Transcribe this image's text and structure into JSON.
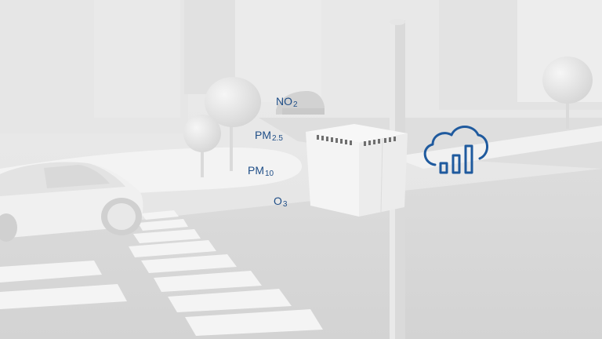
{
  "scene": {
    "accent_color": "#1f5a9e",
    "icon": "cloud-data-icon"
  },
  "pollutants": [
    {
      "base": "NO",
      "sub": "2"
    },
    {
      "base": "PM",
      "sub": "2.5"
    },
    {
      "base": "PM",
      "sub": "10"
    },
    {
      "base": "O",
      "sub": "3"
    }
  ]
}
